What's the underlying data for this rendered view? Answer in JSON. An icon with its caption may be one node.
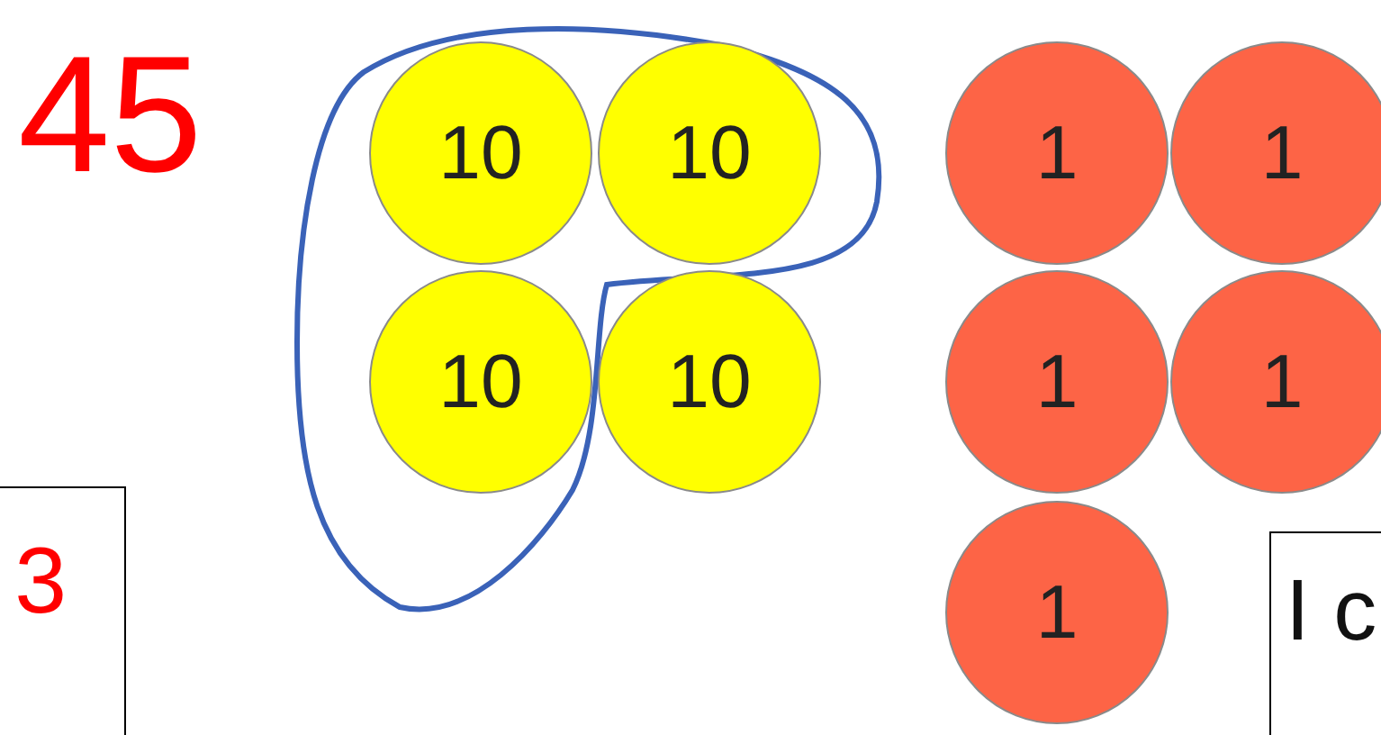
{
  "diagram": {
    "nodes": [
      {
        "text": [
          "10"
        ]
      },
      {
        "text": [
          "10"
        ]
      },
      {
        "text": [
          "10"
        ]
      },
      {
        "text": [
          "10"
        ]
      },
      {
        "text": [
          "1"
        ]
      },
      {
        "text": [
          "1"
        ]
      },
      {
        "text": [
          "1"
        ]
      },
      {
        "text": [
          "1"
        ]
      },
      {
        "text": [
          "1"
        ]
      },
      {
        "text": [
          "3"
        ]
      },
      {
        "text": [
          "I c"
        ]
      }
    ],
    "labels": [
      "45"
    ]
  }
}
